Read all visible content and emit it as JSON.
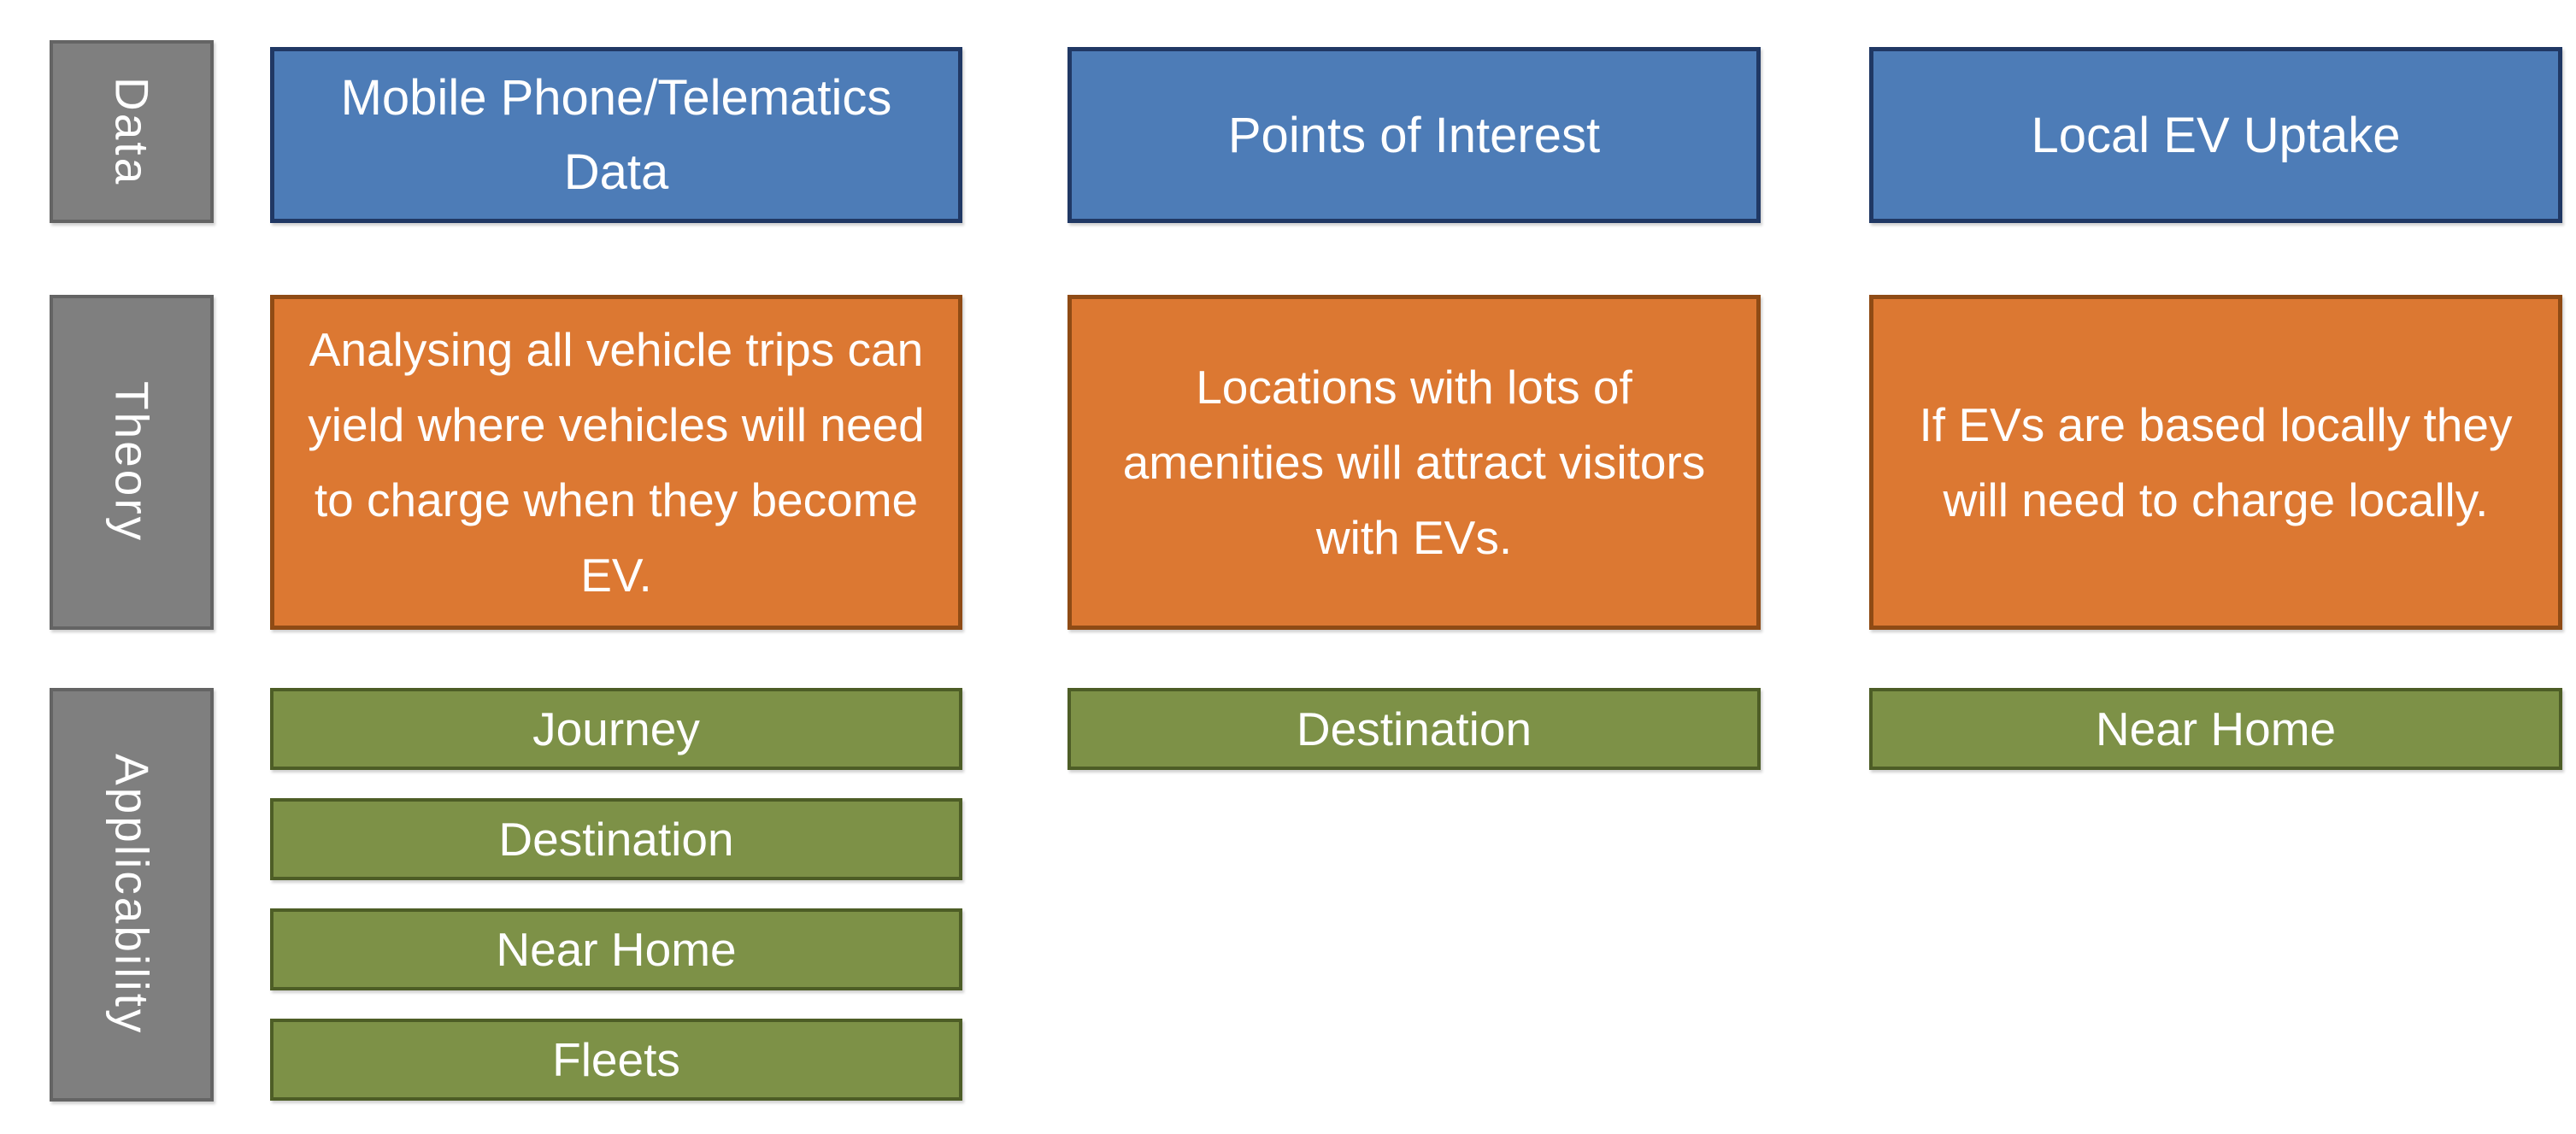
{
  "colors": {
    "background": "#ffffff",
    "blue_fill": "#4d7cb7",
    "blue_border": "#203864",
    "orange_fill": "#dc7832",
    "orange_border": "#8f4b15",
    "green_fill": "#7d9147",
    "green_border": "#4d5d26",
    "gray_fill": "#7f7f7f",
    "gray_border": "#646464",
    "text": "#ffffff"
  },
  "matrix": {
    "row_labels": [
      "Data",
      "Theory",
      "Applicability"
    ],
    "data_row": {
      "cards": [
        "Mobile Phone/Telematics Data",
        "Points of Interest",
        "Local EV Uptake"
      ]
    },
    "theory_row": {
      "cards": [
        "Analysing all vehicle trips can yield where vehicles will need to charge when they become EV.",
        "Locations with lots of amenities will attract visitors with EVs.",
        "If EVs are based locally they will need to charge locally."
      ]
    },
    "applicability_row": {
      "mobile_telematics": [
        "Journey",
        "Destination",
        "Near Home",
        "Fleets"
      ],
      "points_of_interest": [
        "Destination"
      ],
      "local_ev_uptake": [
        "Near Home"
      ]
    }
  }
}
